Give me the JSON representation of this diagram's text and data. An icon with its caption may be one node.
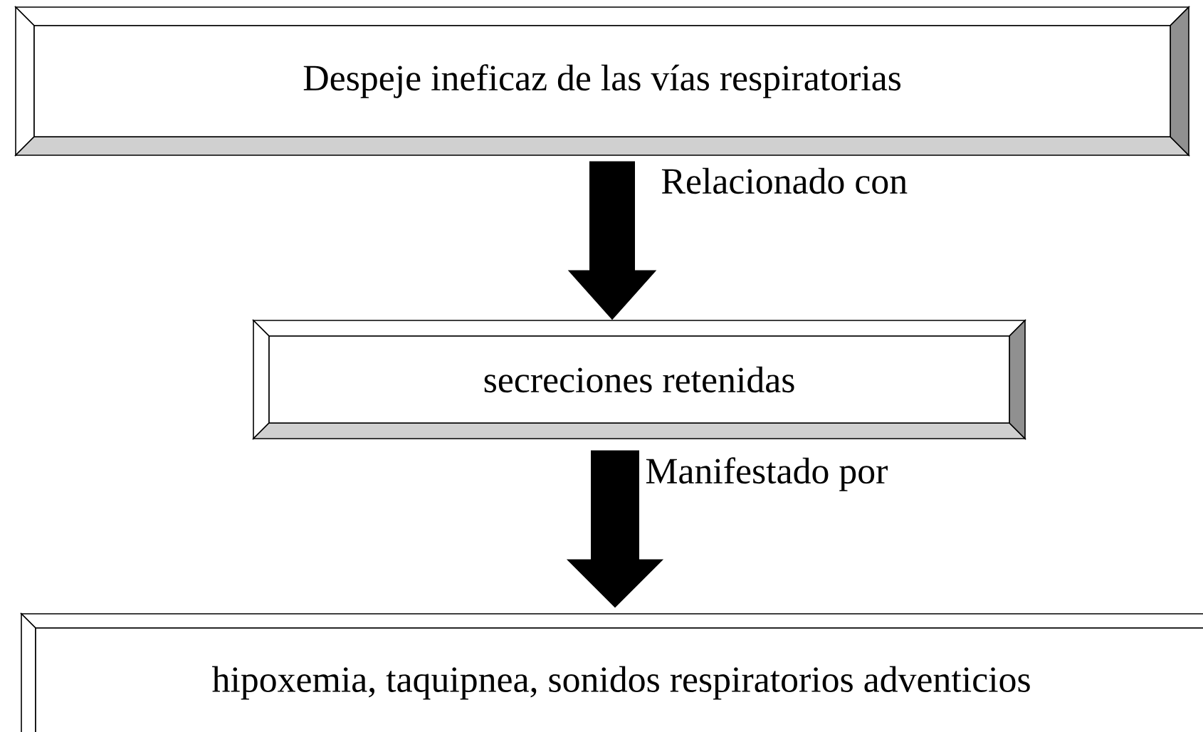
{
  "diagram": {
    "nodes": [
      {
        "text": [
          "Despeje ineficaz de las vías respiratorias"
        ]
      },
      {
        "text": [
          "secreciones retenidas"
        ]
      },
      {
        "text": [
          "hipoxemia, taquipnea, sonidos respiratorios adventicios"
        ]
      }
    ],
    "edges": [
      {
        "from": 0,
        "to": 1,
        "arrow": "to",
        "label": "Relacionado con"
      },
      {
        "from": 1,
        "to": 2,
        "arrow": "to",
        "label": "Manifestado por"
      }
    ]
  }
}
